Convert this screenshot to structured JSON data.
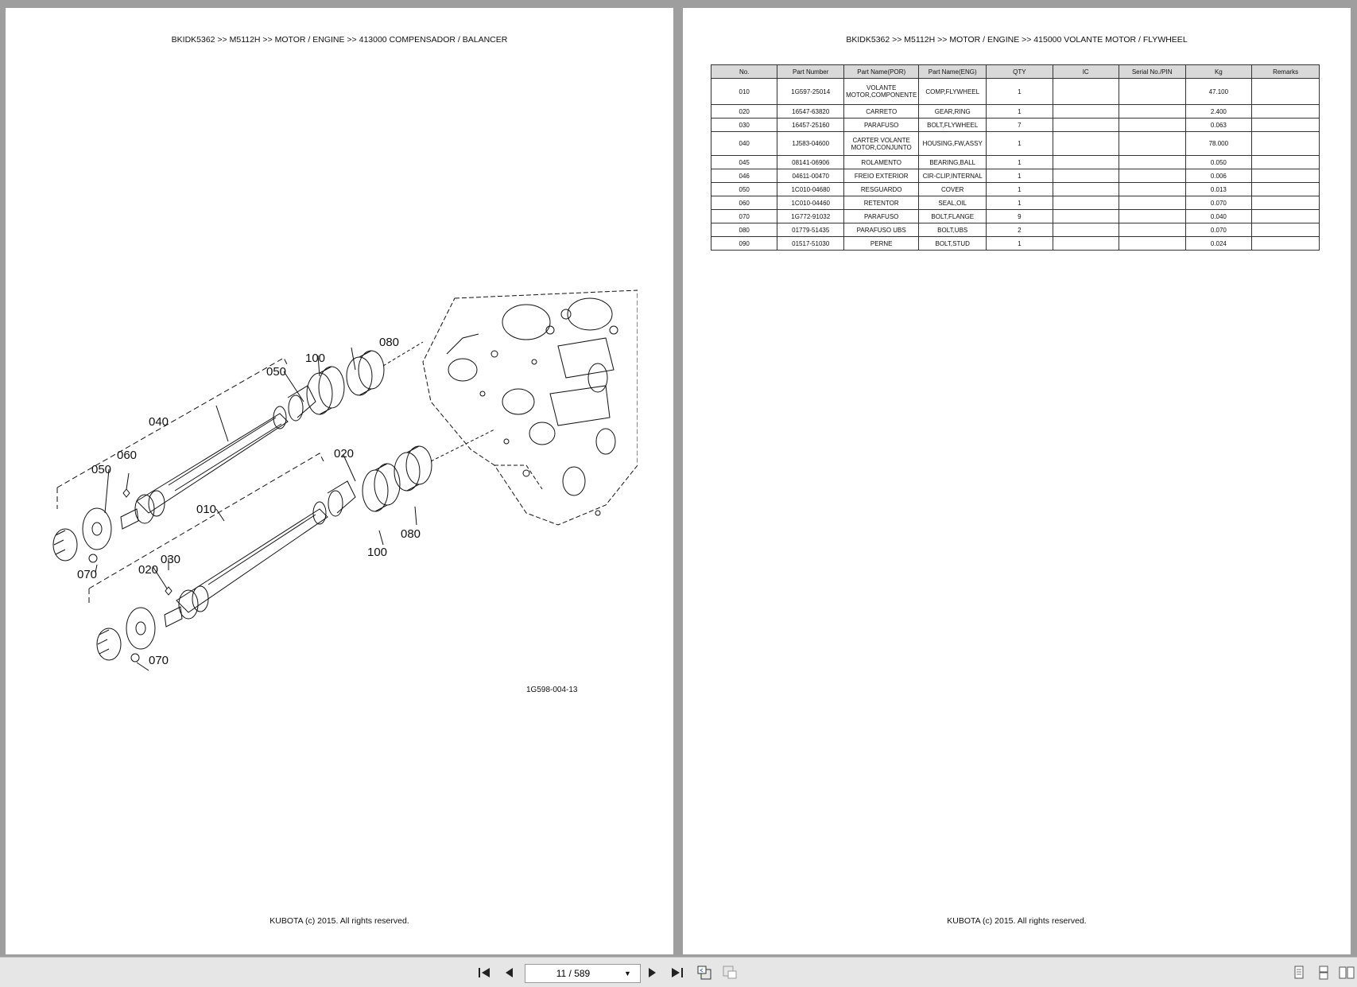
{
  "left_page": {
    "header": "BKIDK5362 >> M5112H >> MOTOR / ENGINE >> 413000   COMPENSADOR / BALANCER",
    "figure_code": "1G598-004-13",
    "callouts": [
      "080",
      "100",
      "050",
      "040",
      "020",
      "060",
      "050",
      "010",
      "080",
      "100",
      "020",
      "030",
      "070",
      "070"
    ],
    "footer": "KUBOTA (c) 2015. All rights reserved."
  },
  "right_page": {
    "header": "BKIDK5362 >> M5112H >> MOTOR / ENGINE >> 415000   VOLANTE MOTOR / FLYWHEEL",
    "table": {
      "columns": [
        "No.",
        "Part Number",
        "Part Name(POR)",
        "Part Name(ENG)",
        "QTY",
        "IC",
        "Serial No./PIN",
        "Kg",
        "Remarks"
      ],
      "rows": [
        [
          "010",
          "1G597-25014",
          "VOLANTE MOTOR,COMPONENTE",
          "COMP,FLYWHEEL",
          "1",
          "",
          "",
          "47.100",
          ""
        ],
        [
          "020",
          "16547-63820",
          "CARRETO",
          "GEAR,RING",
          "1",
          "",
          "",
          "2.400",
          ""
        ],
        [
          "030",
          "16457-25160",
          "PARAFUSO",
          "BOLT,FLYWHEEL",
          "7",
          "",
          "",
          "0.063",
          ""
        ],
        [
          "040",
          "1J583-04600",
          "CARTER VOLANTE MOTOR,CONJUNTO",
          "HOUSING,FW,ASSY",
          "1",
          "",
          "",
          "78.000",
          ""
        ],
        [
          "045",
          "08141-06906",
          "ROLAMENTO",
          "BEARING,BALL",
          "1",
          "",
          "",
          "0.050",
          ""
        ],
        [
          "046",
          "04611-00470",
          "FREIO EXTERIOR",
          "CIR-CLIP,INTERNAL",
          "1",
          "",
          "",
          "0.006",
          ""
        ],
        [
          "050",
          "1C010-04680",
          "RESGUARDO",
          "COVER",
          "1",
          "",
          "",
          "0.013",
          ""
        ],
        [
          "060",
          "1C010-04460",
          "RETENTOR",
          "SEAL,OIL",
          "1",
          "",
          "",
          "0.070",
          ""
        ],
        [
          "070",
          "1G772-91032",
          "PARAFUSO",
          "BOLT,FLANGE",
          "9",
          "",
          "",
          "0.040",
          ""
        ],
        [
          "080",
          "01779-51435",
          "PARAFUSO UBS",
          "BOLT,UBS",
          "2",
          "",
          "",
          "0.070",
          ""
        ],
        [
          "090",
          "01517-51030",
          "PERNE",
          "BOLT,STUD",
          "1",
          "",
          "",
          "0.024",
          ""
        ]
      ]
    },
    "footer": "KUBOTA (c) 2015. All rights reserved."
  },
  "toolbar": {
    "page_indicator": "11 / 589",
    "icons": [
      "first-page-icon",
      "prev-page-icon",
      "next-page-icon",
      "last-page-icon",
      "view-icon",
      "view-icon",
      "single-page-icon",
      "continuous-icon",
      "two-page-icon"
    ]
  }
}
